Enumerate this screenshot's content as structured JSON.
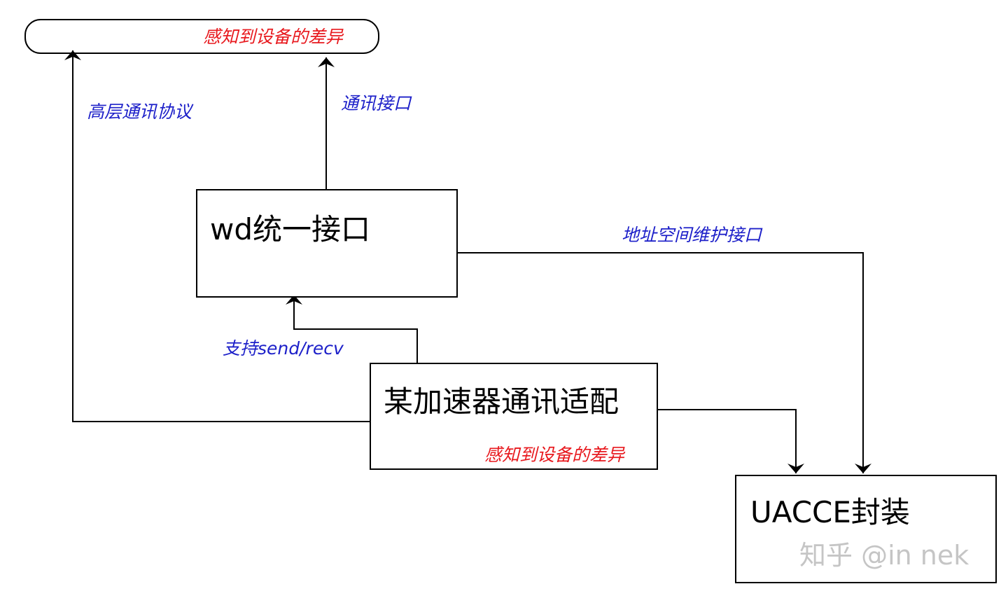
{
  "top_box": {
    "label": "感知到设备的差异"
  },
  "wd_box": {
    "label": "wd统一接口"
  },
  "adapter_box": {
    "label": "某加速器通讯适配",
    "note": "感知到设备的差异"
  },
  "uacce_box": {
    "label": "UACCE封装"
  },
  "edges": {
    "high_level_protocol": "高层通讯协议",
    "comm_interface": "通讯接口",
    "support_send_recv": "支持send/recv",
    "address_space_interface": "地址空间维护接口"
  },
  "watermark": {
    "text": "知乎 @in nek"
  },
  "colors": {
    "accent_red": "#e8191e",
    "accent_blue": "#1d20c9",
    "line": "#000000"
  }
}
